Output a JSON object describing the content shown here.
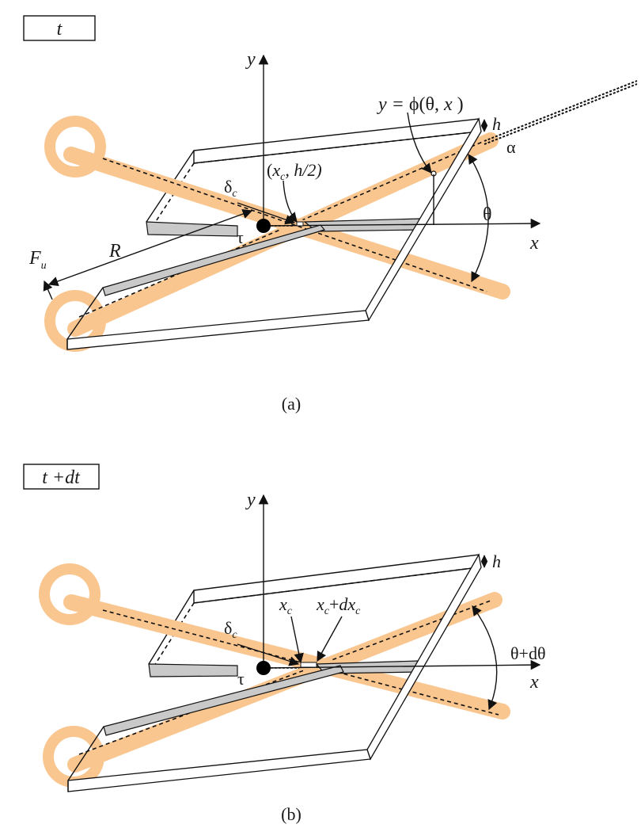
{
  "panel_a": {
    "time_label": "t",
    "caption": "(a)",
    "labels": {
      "y_axis": "y",
      "x_axis": "x",
      "h": "h",
      "alpha": "α",
      "theta": "θ",
      "profile_lhs": "y = ",
      "profile_rhs": "ϕ(θ, ",
      "profile_x": "x",
      "profile_close": " )",
      "contact_open": "(",
      "contact_x": "x",
      "contact_sub": "c",
      "contact_rest": ", h/2)",
      "delta": "δ",
      "delta_sub": "c",
      "tau": "τ",
      "R": "R",
      "F": "F",
      "F_sub": "u"
    }
  },
  "panel_b": {
    "time_label": "t +dt",
    "caption": "(b)",
    "labels": {
      "y_axis": "y",
      "x_axis": "x",
      "h": "h",
      "theta": "θ+dθ",
      "delta": "δ",
      "delta_sub": "c",
      "tau": "τ",
      "xc": "x",
      "xc_sub": "c",
      "xdx_a": "x",
      "xdx_a_sub": "c",
      "xdx_plus": "+",
      "xdx_b": "dx",
      "xdx_b_sub": "c"
    }
  },
  "colors": {
    "blade": "#f9c690",
    "edge_fill": "#c9c9c9",
    "outline": "#111111"
  }
}
